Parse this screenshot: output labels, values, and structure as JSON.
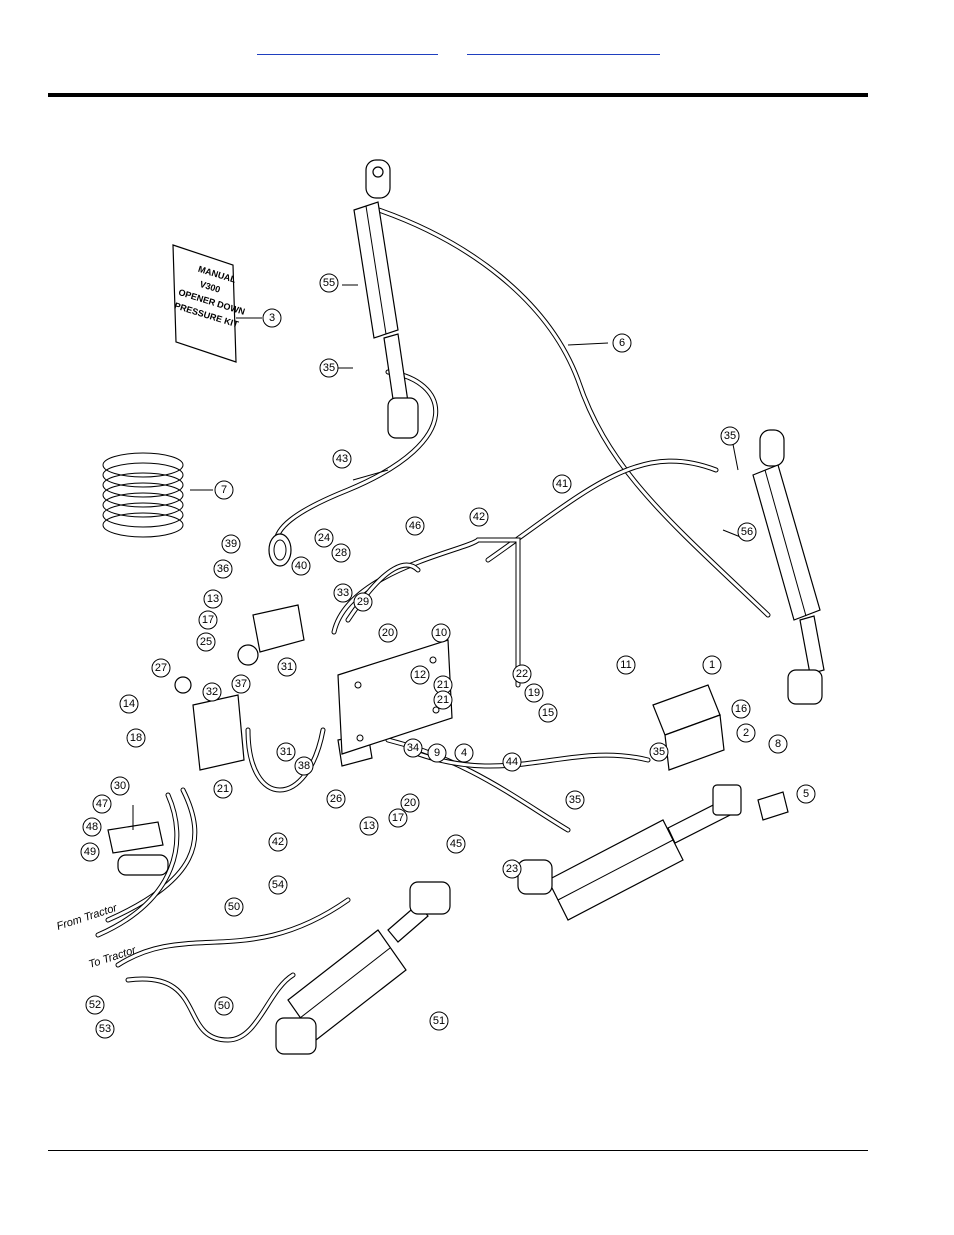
{
  "manual_card": {
    "lines": [
      "MANUAL",
      "V300",
      "OPENER DOWN",
      "PRESSURE KIT"
    ]
  },
  "hose_labels": {
    "from_tractor": "From Tractor",
    "to_tractor": "To Tractor"
  },
  "callouts": [
    "1",
    "2",
    "3",
    "4",
    "5",
    "6",
    "7",
    "8",
    "9",
    "10",
    "11",
    "12",
    "13",
    "13",
    "14",
    "15",
    "16",
    "17",
    "17",
    "18",
    "19",
    "20",
    "20",
    "21",
    "21",
    "21",
    "22",
    "23",
    "24",
    "25",
    "26",
    "27",
    "28",
    "29",
    "30",
    "31",
    "31",
    "32",
    "33",
    "34",
    "35",
    "35",
    "35",
    "35",
    "36",
    "37",
    "38",
    "39",
    "40",
    "41",
    "42",
    "42",
    "43",
    "44",
    "45",
    "46",
    "47",
    "48",
    "49",
    "50",
    "50",
    "51",
    "52",
    "53",
    "54",
    "55",
    "56"
  ]
}
